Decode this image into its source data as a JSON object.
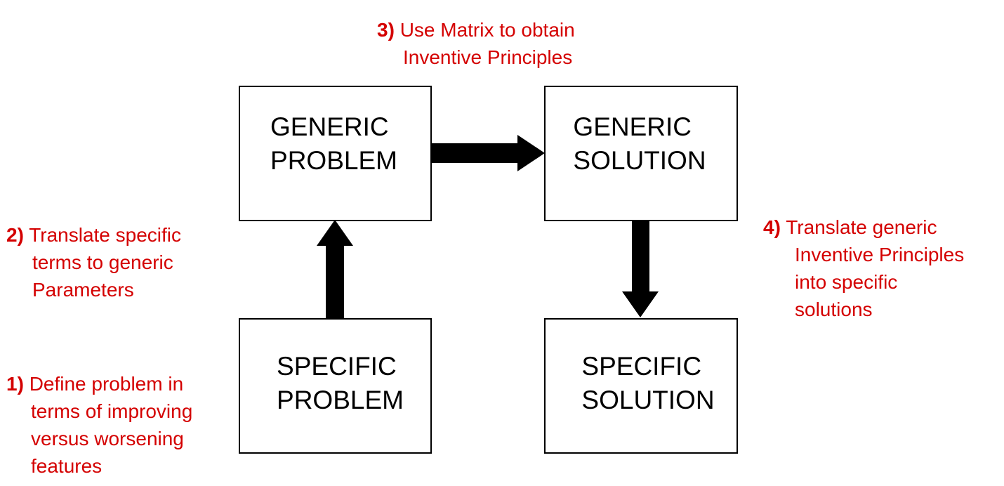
{
  "boxes": {
    "generic_problem": [
      "GENERIC",
      "PROBLEM"
    ],
    "generic_solution": [
      "GENERIC",
      "SOLUTION"
    ],
    "specific_problem": [
      "SPECIFIC",
      "PROBLEM"
    ],
    "specific_solution": [
      "SPECIFIC",
      "SOLUTION"
    ]
  },
  "steps": {
    "step3": {
      "number": "3)",
      "lines": [
        "Use Matrix to obtain",
        "Inventive Principles"
      ]
    },
    "step2": {
      "number": "2)",
      "lines": [
        "Translate specific",
        "terms to generic",
        "Parameters"
      ]
    },
    "step1": {
      "number": "1)",
      "lines": [
        "Define problem in",
        "terms of improving",
        "versus worsening",
        "features"
      ]
    },
    "step4": {
      "number": "4)",
      "lines": [
        "Translate generic",
        "Inventive Principles",
        "into specific",
        "solutions"
      ]
    }
  },
  "colors": {
    "step_text": "#d40000",
    "box_border": "#000000",
    "arrow": "#000000"
  }
}
